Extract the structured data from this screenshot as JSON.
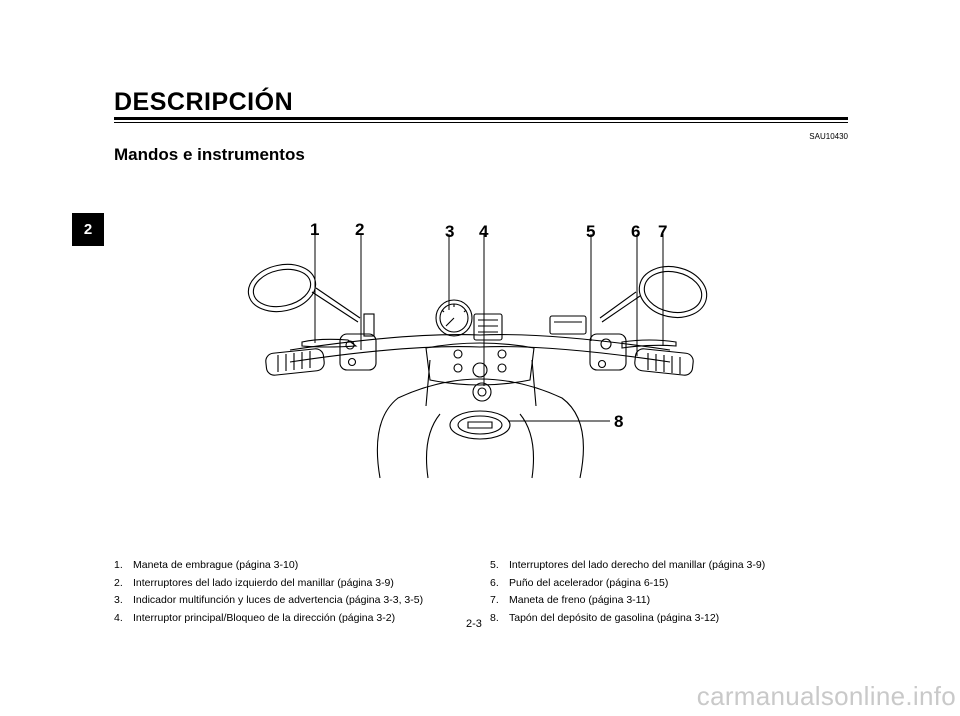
{
  "header": {
    "section_title": "DESCRIPCIÓN",
    "chapter_tab": "2",
    "code_ref": "SAU10430",
    "subtitle": "Mandos e instrumentos"
  },
  "figure": {
    "callouts": [
      "1",
      "2",
      "3",
      "4",
      "5",
      "6",
      "7",
      "8"
    ]
  },
  "legend": {
    "left": [
      {
        "num": "1.",
        "text": "Maneta de embrague (página 3-10)"
      },
      {
        "num": "2.",
        "text": "Interruptores del lado izquierdo del manillar (página 3-9)"
      },
      {
        "num": "3.",
        "text": "Indicador multifunción y luces de advertencia (página 3-3, 3-5)"
      },
      {
        "num": "4.",
        "text": "Interruptor principal/Bloqueo de la dirección (página 3-2)"
      }
    ],
    "right": [
      {
        "num": "5.",
        "text": "Interruptores del lado derecho del manillar (página 3-9)"
      },
      {
        "num": "6.",
        "text": "Puño del acelerador (página 6-15)"
      },
      {
        "num": "7.",
        "text": "Maneta de freno (página 3-11)"
      },
      {
        "num": "8.",
        "text": "Tapón del depósito de gasolina (página 3-12)"
      }
    ]
  },
  "footer": {
    "page_number": "2-3",
    "watermark": "carmanualsonline.info"
  }
}
